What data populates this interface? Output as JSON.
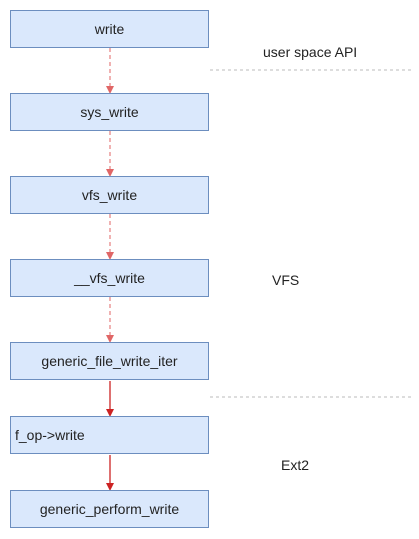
{
  "nodes": [
    {
      "id": "write",
      "label": "write"
    },
    {
      "id": "sys_write",
      "label": "sys_write"
    },
    {
      "id": "vfs_write",
      "label": "vfs_write"
    },
    {
      "id": "__vfs_write",
      "label": "__vfs_write"
    },
    {
      "id": "generic_file_write_iter",
      "label": "generic_file_write_iter"
    },
    {
      "id": "f_op_write",
      "label": "f_op->write"
    },
    {
      "id": "generic_perform_write",
      "label": "generic_perform_write"
    }
  ],
  "regions": {
    "user_space": "user space API",
    "vfs": "VFS",
    "ext2": "Ext2"
  },
  "colors": {
    "box_fill": "#dae8fc",
    "box_stroke": "#6c8ebf",
    "arrow_dashed": "#e06666",
    "arrow_solid": "#cc2222",
    "separator": "#bbbbbb"
  }
}
